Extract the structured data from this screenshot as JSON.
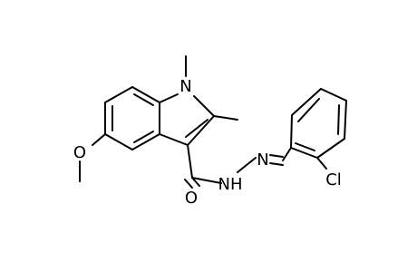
{
  "molecule": {
    "atoms": {
      "n_indole": "N",
      "o_methoxy": "O",
      "o_carbonyl": "O",
      "nh_amide": "NH",
      "n_hydrazone": "N",
      "cl": "Cl"
    }
  }
}
